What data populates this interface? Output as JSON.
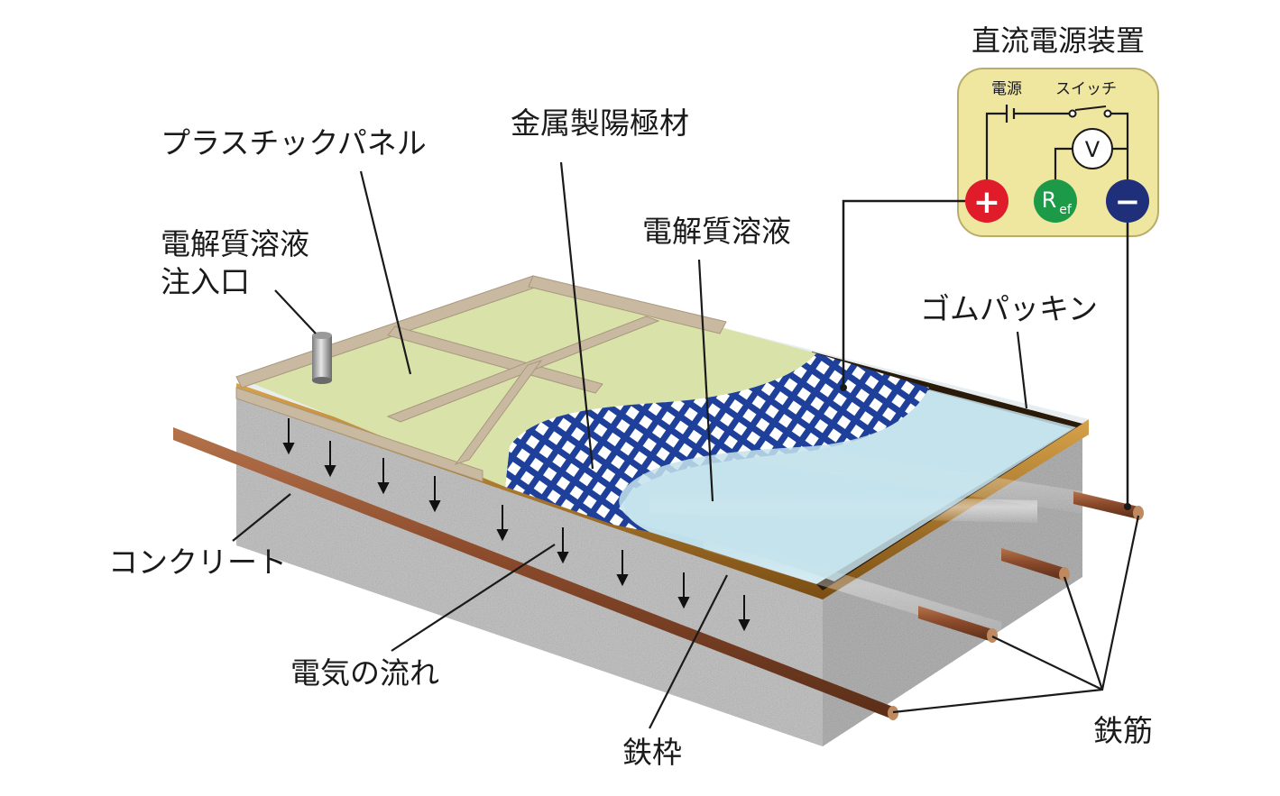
{
  "labels": {
    "power_supply_title": "直流電源装置",
    "power_source": "電源",
    "switch": "スイッチ",
    "voltmeter": "V",
    "plus_terminal": "+",
    "ref_main": "R",
    "ref_sub": "ef",
    "minus_terminal": "−",
    "plastic_panel": "プラスチックパネル",
    "metal_anode": "金属製陽極材",
    "inlet_line1": "電解質溶液",
    "inlet_line2": "注入口",
    "electrolyte": "電解質溶液",
    "rubber_packing": "ゴムパッキン",
    "concrete": "コンクリート",
    "current_flow": "電気の流れ",
    "iron_frame": "鉄枠",
    "rebar": "鉄筋"
  },
  "colors": {
    "panel": "#d9e3a9",
    "panel_frame": "#c9b9a1",
    "power_box": "#efe6a0",
    "plus": "#e01b2a",
    "ref": "#1d9a48",
    "minus": "#1f2f7a",
    "mesh": "#1e3f9a",
    "electrolyte": "#bfe0ea",
    "rebar": "#8a4a2b",
    "frame": "#a8731f",
    "concrete": "#c7c7c7"
  }
}
